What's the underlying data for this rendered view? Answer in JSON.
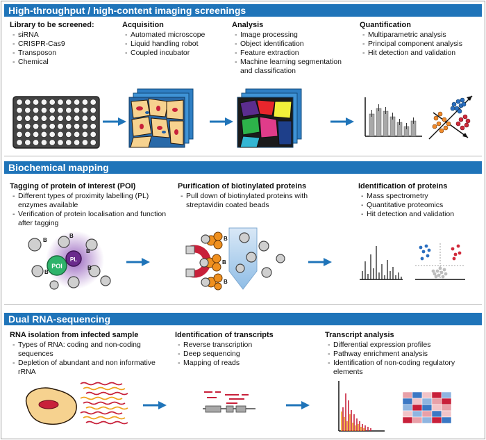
{
  "sections": {
    "imaging": {
      "title": "High-throughput / high-content imaging screenings",
      "library": {
        "head": "Library to be screened:",
        "items": [
          "siRNA",
          "CRISPR-Cas9",
          "Transposon",
          "Chemical"
        ]
      },
      "acquisition": {
        "head": "Acquisition",
        "items": [
          "Automated microscope",
          "Liquid handling robot",
          "Coupled incubator"
        ]
      },
      "analysis": {
        "head": "Analysis",
        "items": [
          "Image processing",
          "Object identification",
          "Feature extraction",
          "Machine learning segmentation and classification"
        ]
      },
      "quantification": {
        "head": "Quantification",
        "items": [
          "Multiparametric analysis",
          "Principal component analysis",
          "Hit detection and validation"
        ]
      }
    },
    "biochem": {
      "title": "Biochemical mapping",
      "tagging": {
        "head": "Tagging of protein of interest (POI)",
        "items": [
          "Different types of proximity labelling (PL) enzymes available",
          "Verification of protein localisation and function after tagging"
        ]
      },
      "purification": {
        "head": "Purification of biotinylated proteins",
        "items": [
          "Pull down of biotinylated proteins with streptavidin coated beads"
        ]
      },
      "identification": {
        "head": "Identification of proteins",
        "items": [
          "Mass spectrometry",
          "Quantitative proteomics",
          "Hit detection and validation"
        ]
      },
      "labels": {
        "poi": "POI",
        "pl": "PL",
        "b": "B"
      }
    },
    "rnaseq": {
      "title": "Dual RNA-sequencing",
      "isolation": {
        "head": "RNA isolation from infected sample",
        "items": [
          "Types of RNA: coding and non-coding sequences",
          "Depletion of abundant and non informative rRNA"
        ]
      },
      "transcripts": {
        "head": "Identification of transcripts",
        "items": [
          "Reverse transcription",
          "Deep sequencing",
          "Mapping of reads"
        ]
      },
      "analysis": {
        "head": "Transcript analysis",
        "items": [
          "Differential expression profiles",
          "Pathway enrichment analysis",
          "Identification of non-coding regulatory elements"
        ]
      }
    }
  },
  "colors": {
    "band": "#1f74b9",
    "arrow": "#1f74b9",
    "cell_fill": "#f6d28f",
    "cell_nucleus": "#c8203a",
    "protein_orange": "#f0901e",
    "poi_green": "#2fb36b",
    "pl_purple": "#6a2a8c",
    "rna_red": "#c8203a",
    "rna_orange": "#f0a21e"
  }
}
